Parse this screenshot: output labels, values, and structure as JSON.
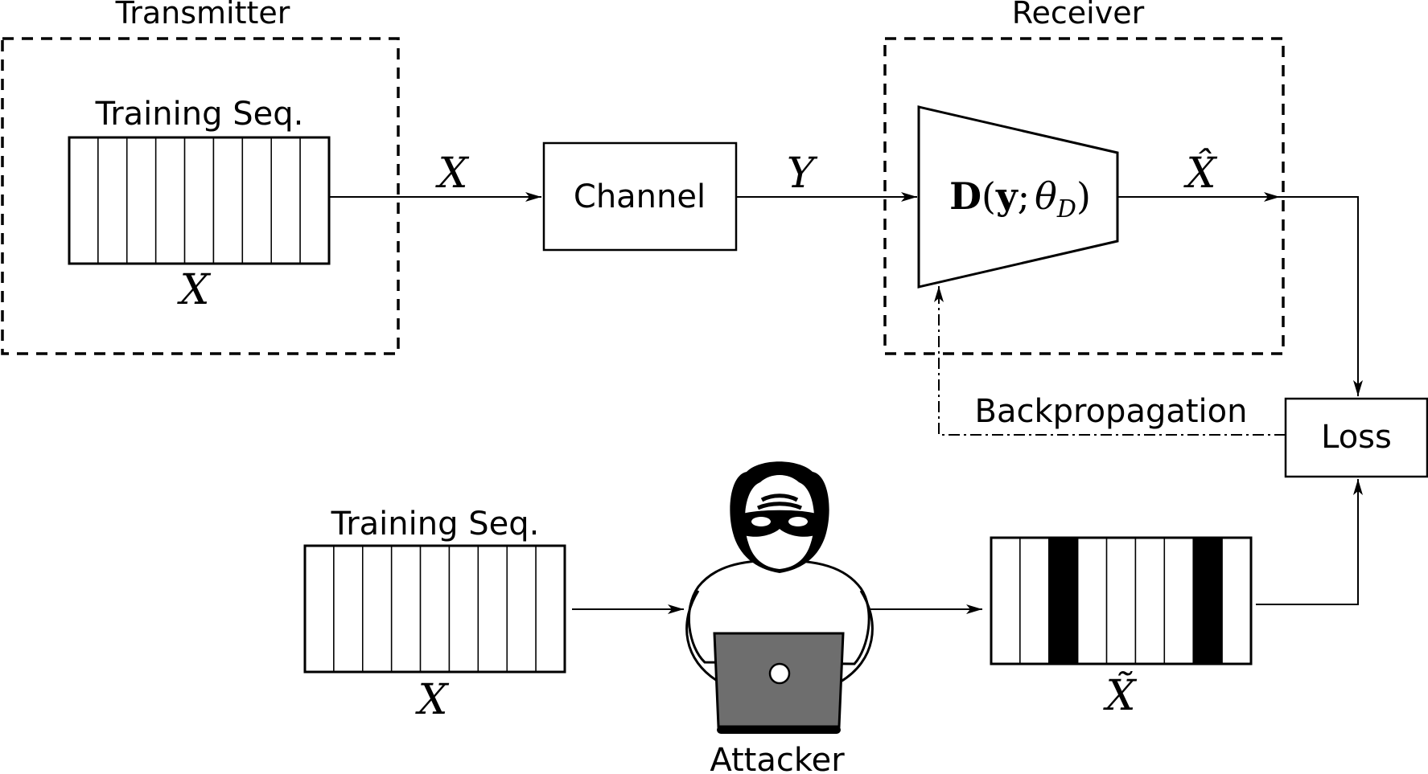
{
  "transmitter": {
    "title": "Transmitter",
    "sequence_label": "Training Seq.",
    "sequence_var": "X",
    "cell_count": 9
  },
  "signals": {
    "tx_output": "X",
    "channel_output": "Y",
    "decoder_output": "X̂",
    "poisoned_sequence": "X̃"
  },
  "channel": {
    "label": "Channel"
  },
  "receiver": {
    "title": "Receiver",
    "decoder_bold_D": "D",
    "decoder_open": "(",
    "decoder_bold_y": "y",
    "decoder_sep": ";",
    "decoder_theta": "θ",
    "decoder_sub": "D",
    "decoder_close": ")"
  },
  "loss": {
    "label": "Loss"
  },
  "feedback": {
    "label": "Backpropagation"
  },
  "attacker": {
    "label": "Attacker",
    "input_sequence_label": "Training Seq.",
    "input_sequence_var": "X",
    "input_cell_count": 9,
    "output_cell_count": 9,
    "poisoned_cells": [
      3,
      8
    ]
  },
  "colors": {
    "stroke": "#000000",
    "laptop": "#6e6e6e",
    "poisoned": "#000000",
    "background": "#ffffff"
  }
}
